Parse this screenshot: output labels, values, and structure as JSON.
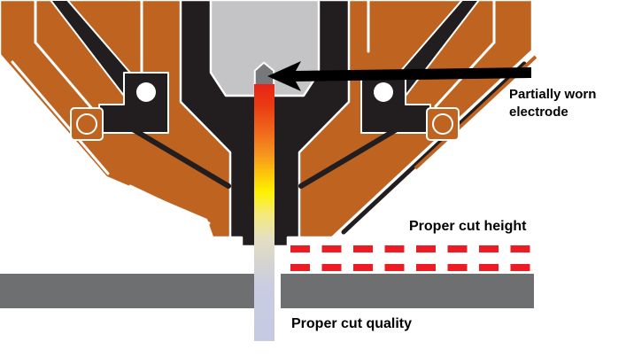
{
  "figure": {
    "type": "technical-diagram",
    "subject": "plasma cutting torch cross-section showing a partially worn electrode, proper cut height band and proper cut quality",
    "labels": {
      "electrode": "Partially worn\nelectrode",
      "cut_height": "Proper cut height",
      "cut_quality": "Proper cut quality"
    },
    "colors": {
      "body": "#bf6321",
      "channel": "#221e1f",
      "outline": "#ffffff",
      "electrode": "#c4c4c6",
      "worn-tip": "#77787b",
      "workpiece": "#6e6f71",
      "dash": "#ed1c24",
      "arc-red": "#e8231a",
      "arc-orange": "#f6921e",
      "arc-yellow": "#fff200",
      "arc-pale": "#e4dfc2",
      "arc-lavender": "#c5cae3",
      "arrow": "#000000",
      "label-text": "#000000"
    }
  }
}
